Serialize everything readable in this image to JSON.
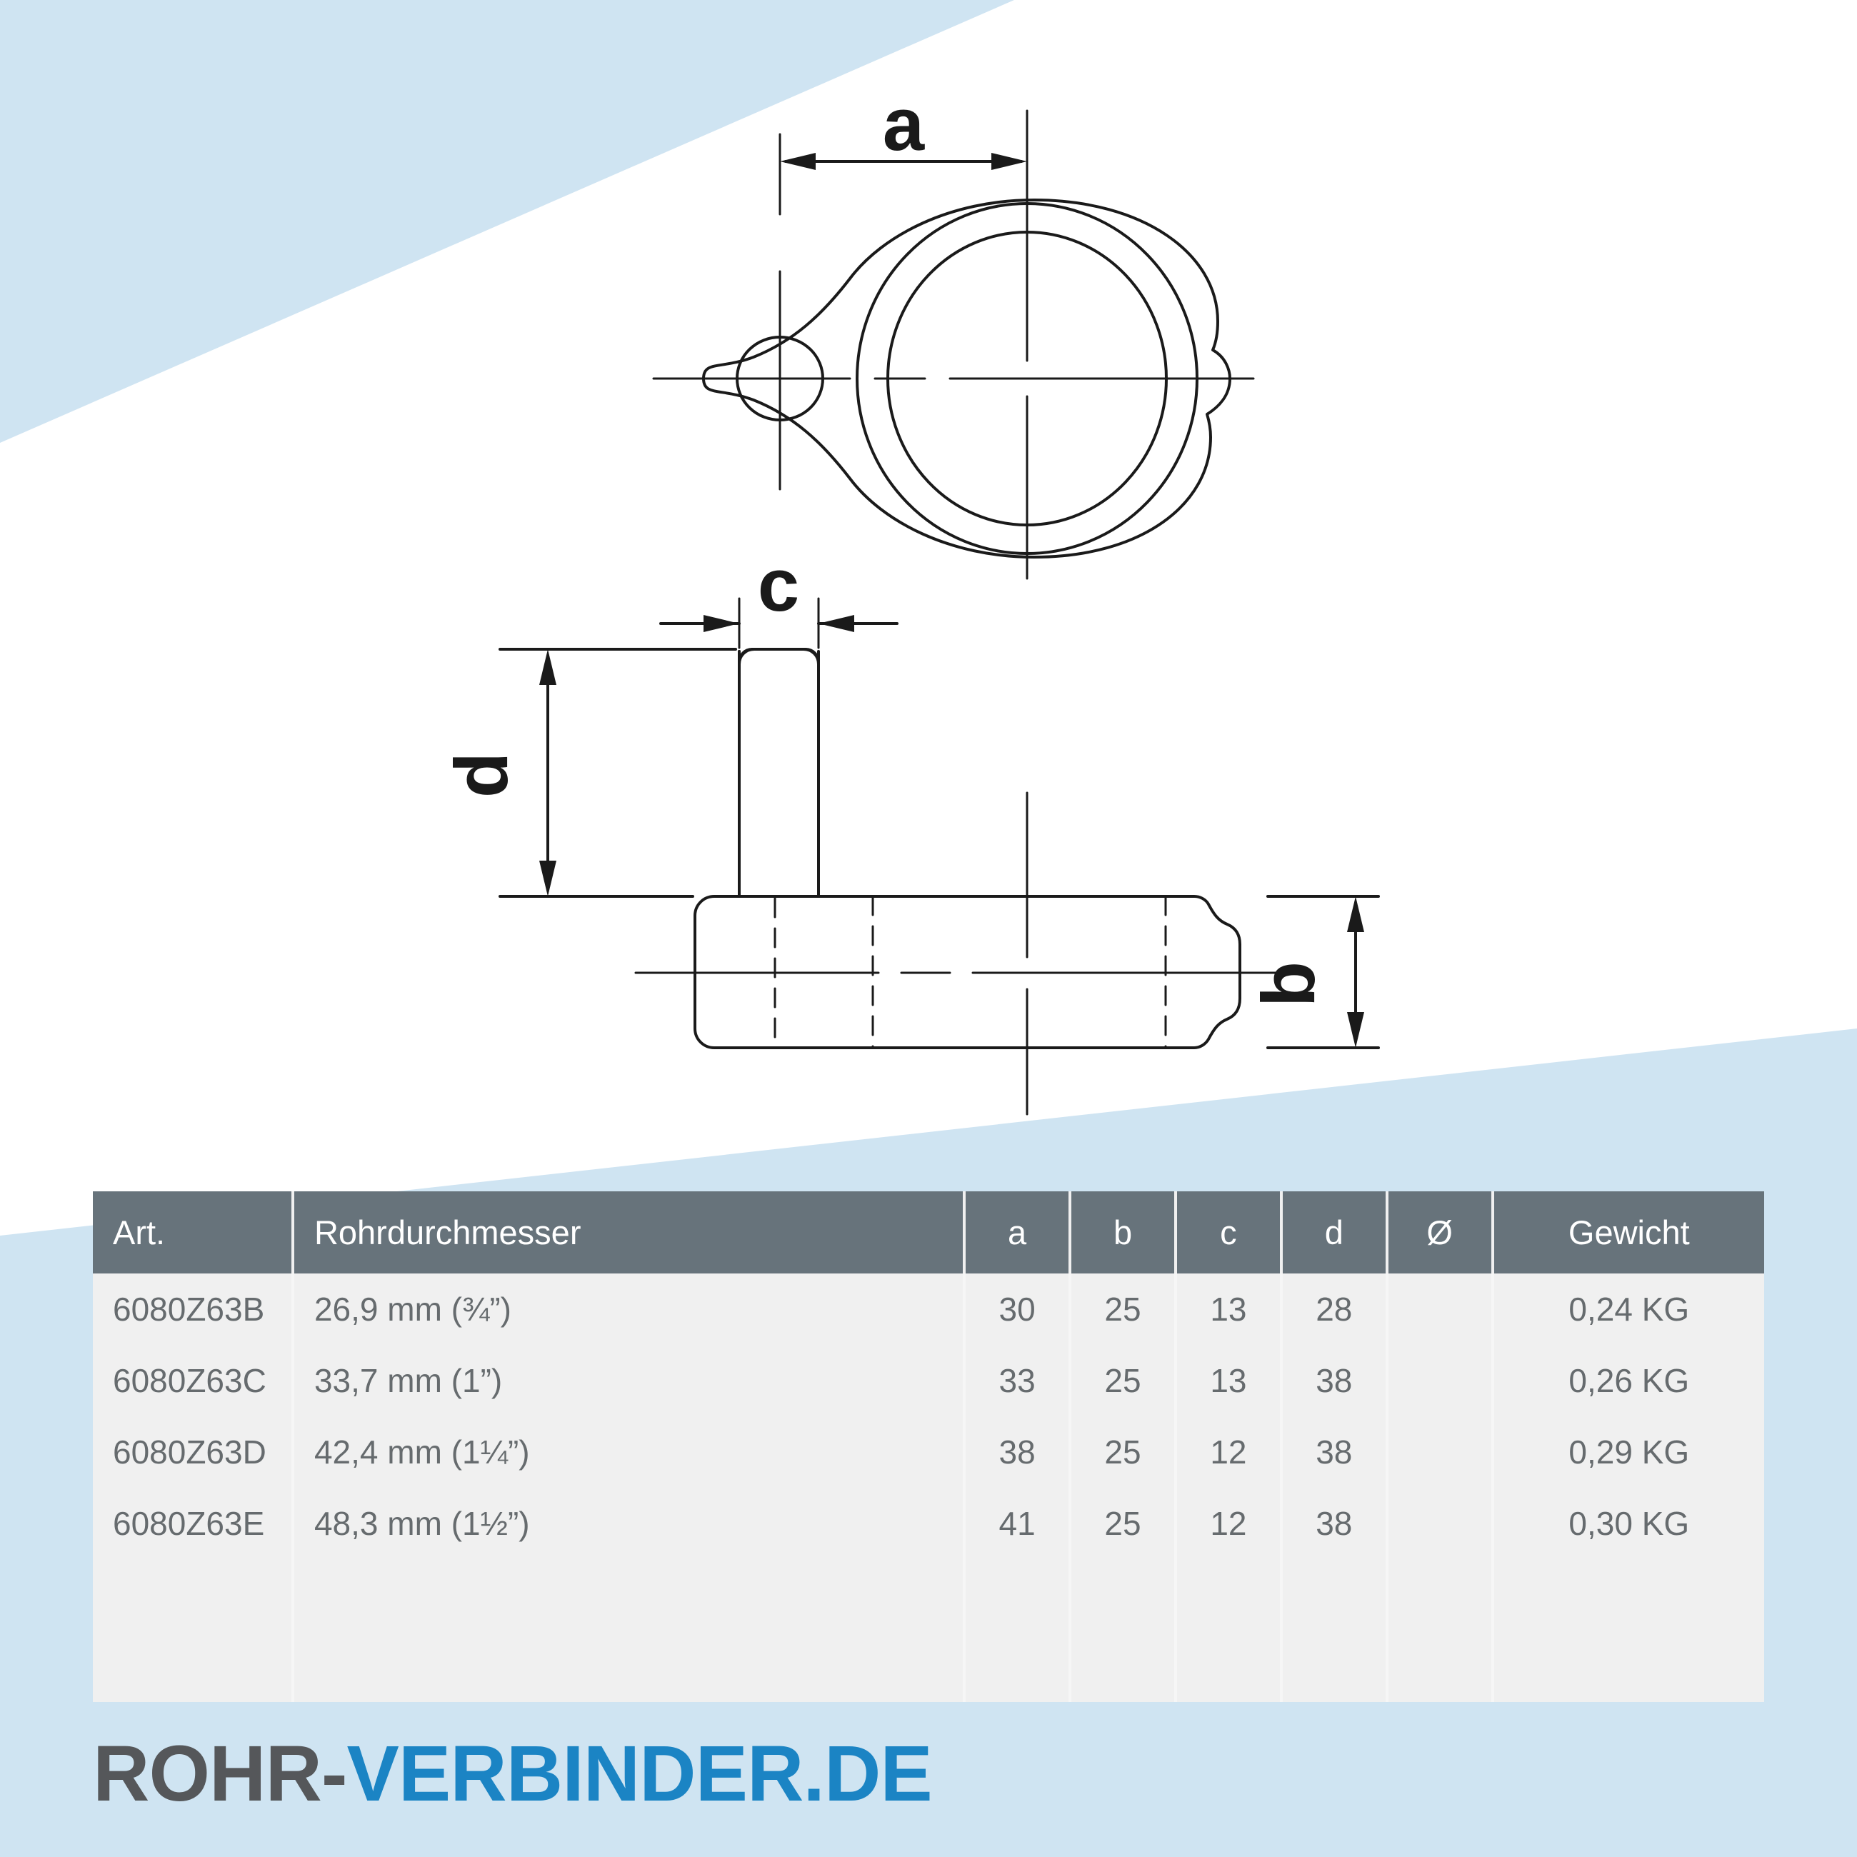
{
  "colors": {
    "accent_blue": "#1b84c4",
    "bg_light_blue": "#cfe4f2",
    "table_header": "#67737b",
    "table_body": "#f0f0f0",
    "text_gray": "#666b6e",
    "logo_dark": "#55575a"
  },
  "drawing": {
    "dimension_labels": {
      "a": "a",
      "b": "b",
      "c": "c",
      "d": "d"
    },
    "views": {
      "top_view": "top-view-flange-with-lug",
      "side_view": "side-view-pin-and-body"
    }
  },
  "table": {
    "headers": {
      "art": "Art.",
      "rohrdurchmesser": "Rohrdurchmesser",
      "a": "a",
      "b": "b",
      "c": "c",
      "d": "d",
      "diameter": "Ø",
      "gewicht": "Gewicht"
    },
    "rows": [
      {
        "art": "6080Z63B",
        "rohrdurchmesser": "26,9 mm (¾”)",
        "a": "30",
        "b": "25",
        "c": "13",
        "d": "28",
        "diameter": "",
        "gewicht": "0,24 KG"
      },
      {
        "art": "6080Z63C",
        "rohrdurchmesser": "33,7 mm (1”)",
        "a": "33",
        "b": "25",
        "c": "13",
        "d": "38",
        "diameter": "",
        "gewicht": "0,26 KG"
      },
      {
        "art": "6080Z63D",
        "rohrdurchmesser": "42,4 mm (1¼”)",
        "a": "38",
        "b": "25",
        "c": "12",
        "d": "38",
        "diameter": "",
        "gewicht": "0,29 KG"
      },
      {
        "art": "6080Z63E",
        "rohrdurchmesser": "48,3 mm (1½”)",
        "a": "41",
        "b": "25",
        "c": "12",
        "d": "38",
        "diameter": "",
        "gewicht": "0,30 KG"
      }
    ]
  },
  "footer": {
    "logo_part1": "ROHR-",
    "logo_part2": "VERBINDER.DE"
  }
}
